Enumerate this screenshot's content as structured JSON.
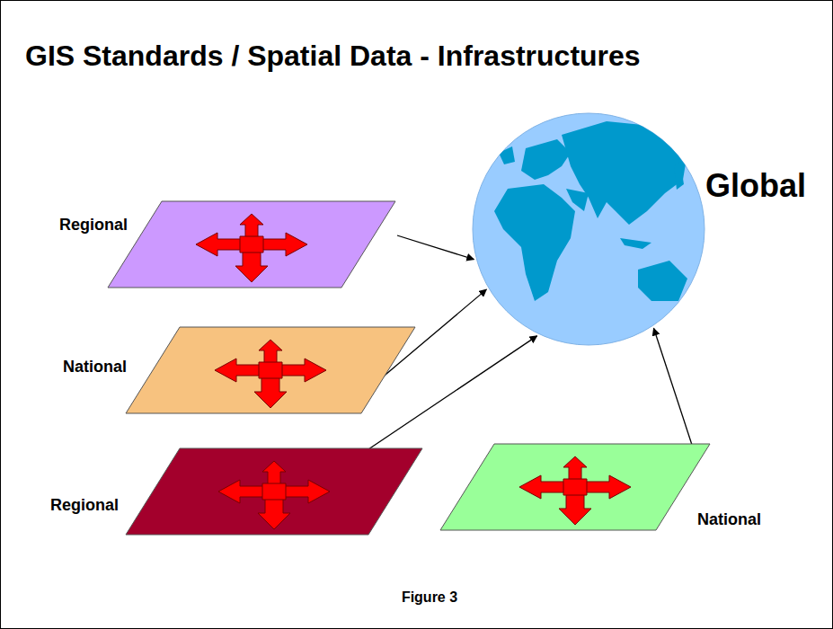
{
  "diagram": {
    "title": "GIS Standards / Spatial Data - Infrastructures",
    "caption": "Figure 3",
    "nodes": [
      {
        "text": [
          "Regional"
        ]
      },
      {
        "text": [
          "Global"
        ]
      },
      {
        "text": [
          "National"
        ]
      },
      {
        "text": [
          "Regional"
        ]
      },
      {
        "text": [
          "National"
        ]
      }
    ],
    "edges": [
      {
        "from": 0,
        "to": 1,
        "arrow": "to"
      },
      {
        "from": 2,
        "to": 1,
        "arrow": "to"
      },
      {
        "from": 3,
        "to": 1,
        "arrow": "to"
      },
      {
        "from": 4,
        "to": 1,
        "arrow": "to"
      }
    ]
  }
}
